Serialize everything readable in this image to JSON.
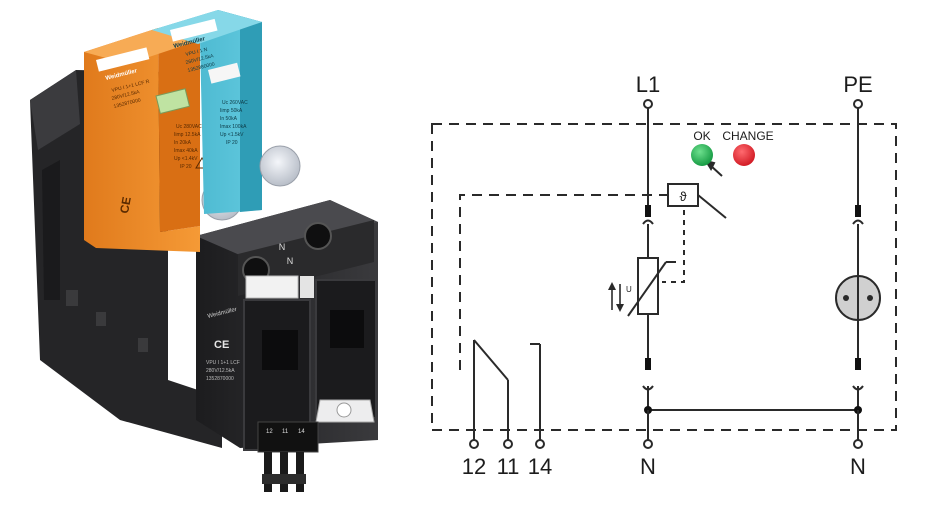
{
  "product": {
    "brand_orange": "Weidmüller",
    "brand_blue": "Weidmüller",
    "brand_base": "Weidmüller",
    "module_orange": {
      "model": "VPU I 1+1 LCF R",
      "spec": "280V/12.5kA",
      "part_no": "1352870000",
      "uc": "Uc 280VAC",
      "iimp": "Iimp 12.5kA",
      "in": "In 20kA",
      "imax": "Imax 40kA",
      "up": "Up <1.4kV",
      "ip": "IP 20",
      "ce": "CE"
    },
    "module_blue": {
      "model": "VPU I 1 N",
      "spec": "260V/12.5kA",
      "part_no": "1352880000",
      "uc": "Uc 260VAC",
      "iimp": "Iimp 50kA",
      "in": "In 50kA",
      "imax": "Imax 100kA",
      "up": "Up <1.5kV",
      "ip": "IP 20"
    },
    "base": {
      "label_n1": "N",
      "label_n2": "N",
      "ce": "CE",
      "model": "VPU I 1+1 LCF",
      "spec": "280V/12.5kA",
      "part_no": "1352870000"
    },
    "connector_pins": [
      "12",
      "11",
      "14"
    ],
    "colors": {
      "orange": "#f0922c",
      "blue": "#52bfd6",
      "black": "#2b2b2d"
    }
  },
  "schematic": {
    "labels": {
      "l1": "L1",
      "pe": "PE",
      "ok": "OK",
      "change": "CHANGE",
      "t12": "12",
      "t11": "11",
      "t14": "14",
      "n_left": "N",
      "n_right": "N",
      "thermal": "ϑ",
      "varistor_u": "U"
    },
    "indicator_colors": {
      "ok": "#1aa64a",
      "change": "#e01f26"
    }
  }
}
